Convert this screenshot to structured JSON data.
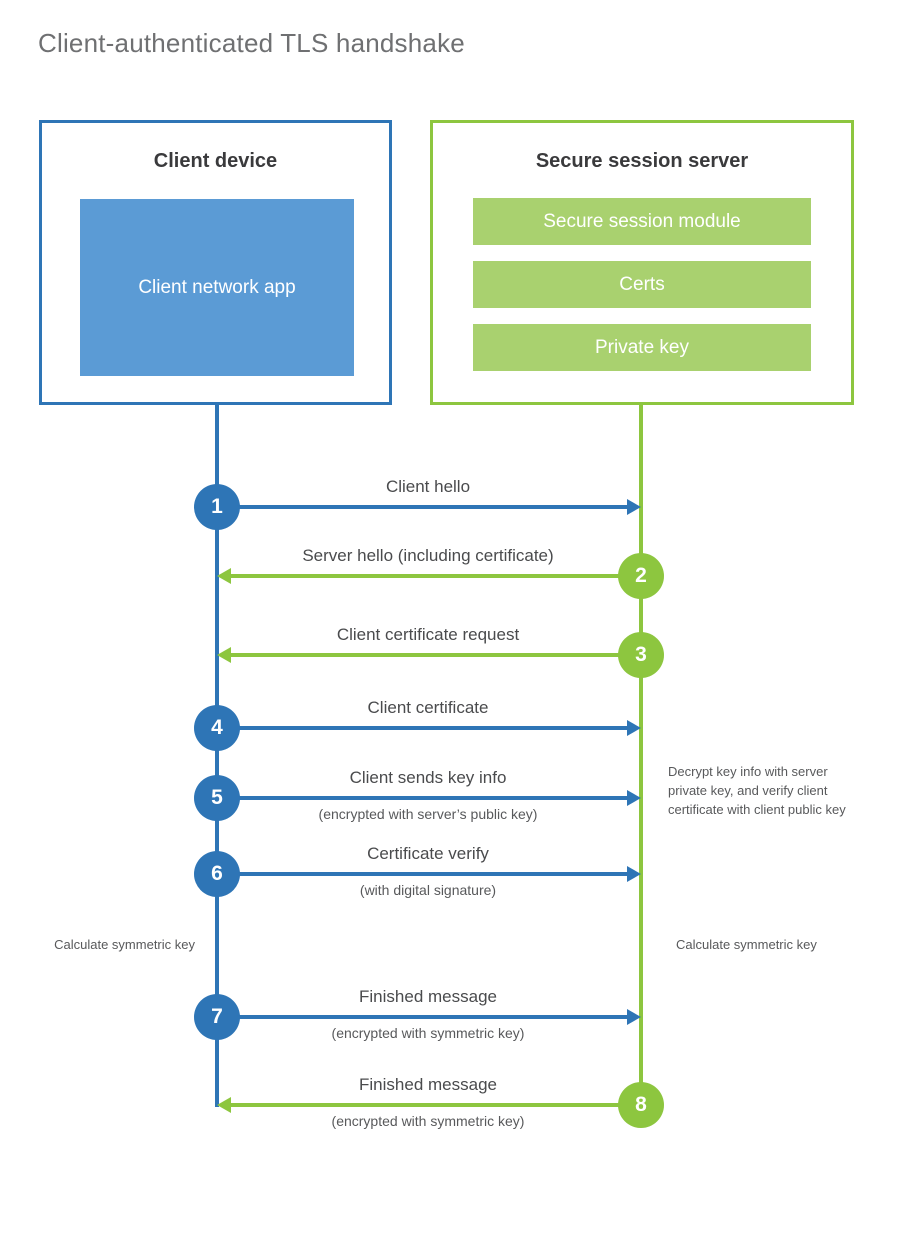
{
  "title": "Client-authenticated TLS handshake",
  "colors": {
    "client_border": "#2e75b6",
    "client_fill": "#5b9bd5",
    "server_border": "#8dc63f",
    "server_fill": "#a9d16f",
    "title_text": "#6f7072",
    "body_text": "#58595b"
  },
  "client": {
    "title": "Client device",
    "app_label": "Client network app"
  },
  "server": {
    "title": "Secure session server",
    "components": [
      {
        "label": "Secure session module"
      },
      {
        "label": "Certs"
      },
      {
        "label": "Private key"
      }
    ]
  },
  "messages": [
    {
      "step": "1",
      "label": "Client hello",
      "sublabel": "",
      "direction": "client-to-server",
      "color": "blue"
    },
    {
      "step": "2",
      "label": "Server hello (including certificate)",
      "sublabel": "",
      "direction": "server-to-client",
      "color": "green"
    },
    {
      "step": "3",
      "label": "Client certificate request",
      "sublabel": "",
      "direction": "server-to-client",
      "color": "green"
    },
    {
      "step": "4",
      "label": "Client certificate",
      "sublabel": "",
      "direction": "client-to-server",
      "color": "blue"
    },
    {
      "step": "5",
      "label": "Client sends key info",
      "sublabel": "(encrypted with server’s public key)",
      "direction": "client-to-server",
      "color": "blue"
    },
    {
      "step": "6",
      "label": "Certificate verify",
      "sublabel": "(with digital signature)",
      "direction": "client-to-server",
      "color": "blue"
    },
    {
      "step": "7",
      "label": "Finished message",
      "sublabel": "(encrypted with symmetric key)",
      "direction": "client-to-server",
      "color": "blue"
    },
    {
      "step": "8",
      "label": "Finished message",
      "sublabel": "(encrypted with symmetric key)",
      "direction": "server-to-client",
      "color": "green"
    }
  ],
  "notes": {
    "server_decrypt": "Decrypt key info with server private key, and verify client certificate with client public key",
    "client_calculate": "Calculate symmetric key",
    "server_calculate": "Calculate symmetric key"
  }
}
